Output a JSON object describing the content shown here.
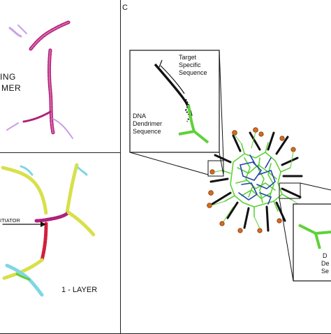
{
  "panel_c": {
    "letter": "C",
    "inset_top": {
      "target_label": [
        "Target",
        "Specific",
        "Sequence"
      ],
      "dna_label": [
        "DNA",
        "Dendrimer",
        "Sequence"
      ]
    },
    "inset_bottom": {
      "dna_label_partial": [
        "D",
        "De",
        "Se"
      ]
    }
  },
  "panel_a": {
    "text_lines": [
      "ING",
      "MER"
    ]
  },
  "panel_b": {
    "initiator_label": "ITIATOR",
    "layer_label": "1 - LAYER"
  },
  "colors": {
    "magenta": "#b0207a",
    "green": "#5fd13a",
    "blue": "#2244aa",
    "orange": "#d9691e",
    "yellow": "#d8e04a",
    "cyan": "#7fd6e6",
    "black": "#111111"
  }
}
